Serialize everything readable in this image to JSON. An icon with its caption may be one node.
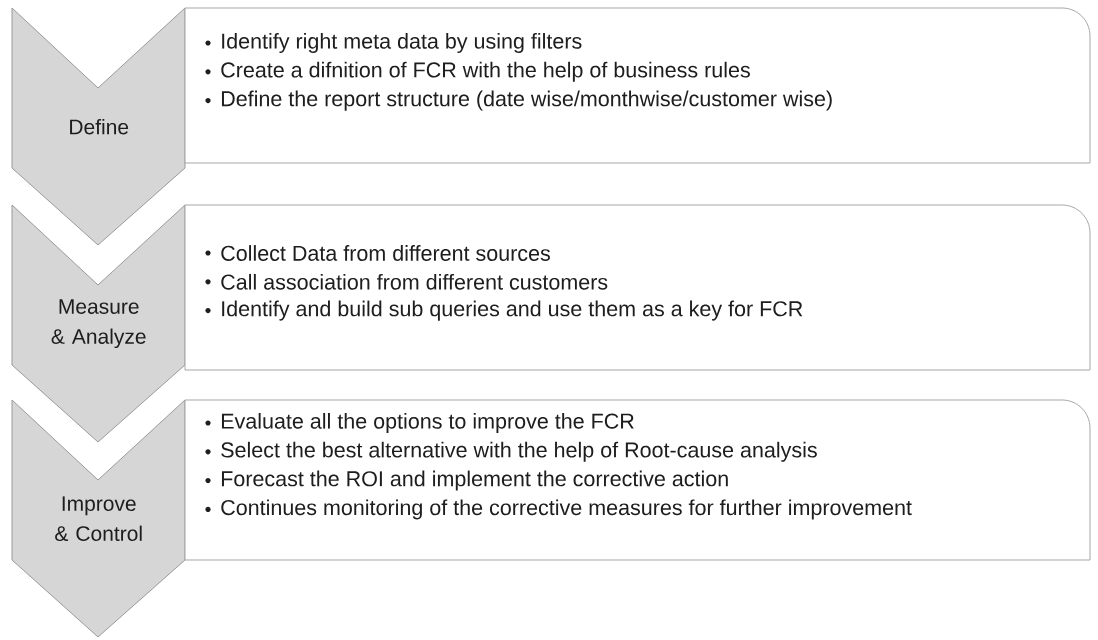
{
  "diagram": {
    "nodes": [
      {
        "text": [
          "Define"
        ]
      },
      {
        "text": [
          "Identify right meta data by using filters",
          "Create a difnition of FCR with the help of business rules",
          "Define the report structure (date wise/monthwise/customer wise)"
        ]
      },
      {
        "text": [
          "Measure & Analyze"
        ]
      },
      {
        "text": [
          "Collect  Data from different sources",
          "Call association from different customers",
          "Identify and build sub queries and use them as a key for FCR"
        ]
      },
      {
        "text": [
          "Improve & Control"
        ]
      },
      {
        "text": [
          "Evaluate all the options to improve the FCR",
          "Select the best alternative with the help of Root-cause analysis",
          "Forecast the ROI and implement the corrective action",
          "Continues monitoring of the corrective measures for further improvement"
        ]
      }
    ],
    "edges": []
  }
}
